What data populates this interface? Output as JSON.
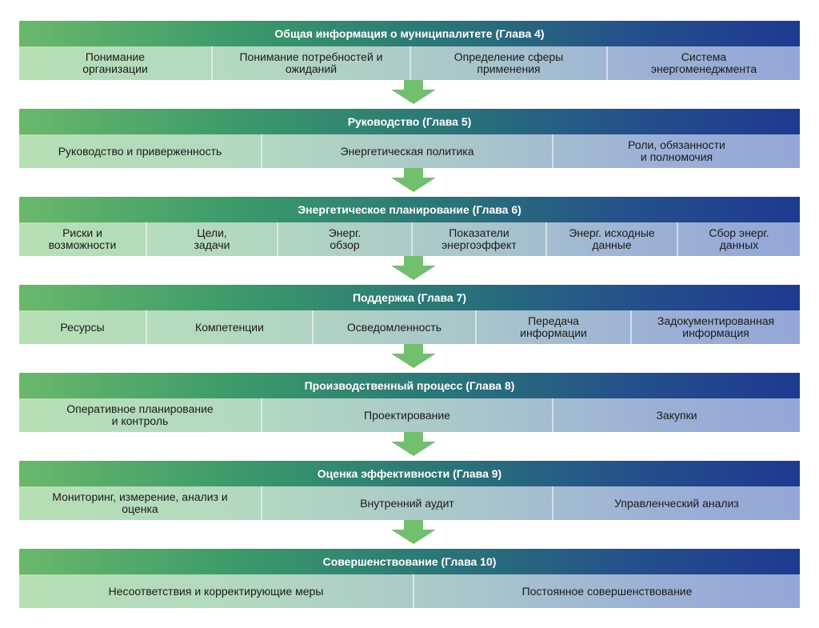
{
  "sections": [
    {
      "title": "Общая информация о муниципалитете  (Глава 4)",
      "items": [
        "Понимание\nорганизации",
        "Понимание потребностей и\nожиданий",
        "Определение сферы\nприменения",
        "Система\nэнергоменеджмента"
      ]
    },
    {
      "title": "Руководство (Глава 5)",
      "items": [
        "Руководство и приверженность",
        "Энергетическая политика",
        "Роли, обязанности\nи полномочия"
      ]
    },
    {
      "title": "Энергетическое планирование (Глава 6)",
      "items": [
        "Риски и\nвозможности",
        "Цели,\nзадачи",
        "Энерг.\nобзор",
        "Показатели\nэнергоэффект",
        "Энерг. исходные\nданные",
        "Сбор энерг.\nданных"
      ]
    },
    {
      "title": "Поддержка (Глава 7)",
      "items": [
        "Ресурсы",
        "Компетенции",
        "Осведомленность",
        "Передача\nинформации",
        "Задокументированная\nинформация"
      ]
    },
    {
      "title": "Производственный процесс (Глава 8)",
      "items": [
        "Оперативное планирование\nи контроль",
        "Проектирование",
        "Закупки"
      ]
    },
    {
      "title": "Оценка эффективности (Глава 9)",
      "items": [
        "Мониторинг, измерение, анализ и\nоценка",
        "Внутренний аудит",
        "Управленческий анализ"
      ]
    },
    {
      "title": "Совершенствование (Глава 10)",
      "items": [
        "Несоответствия и корректирующие меры",
        "Постоянное совершенствование"
      ]
    }
  ],
  "colors": {
    "header_start": "#6ab86a",
    "header_end": "#1e3a90",
    "row_start": "#b6dfb4",
    "row_end": "#93a6d6",
    "arrow": "#72bf6f"
  }
}
